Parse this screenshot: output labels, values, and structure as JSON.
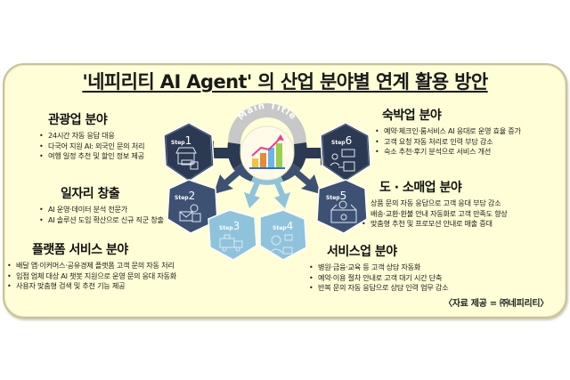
{
  "title": "'네피리티 AI Agent' 의 산업 분야별 연계 활용 방안",
  "center": {
    "label": "Main Title",
    "chart_icon": "bar-chart-growth-icon"
  },
  "steps": [
    {
      "label": "Step",
      "number": "1",
      "icon": "store-payment-icon",
      "color": "#2b3a52"
    },
    {
      "label": "Step",
      "number": "2",
      "icon": "worker-mail-icon",
      "color": "#3d5273"
    },
    {
      "label": "Step",
      "number": "3",
      "icon": "delivery-truck-icon",
      "color": "#8ec3db"
    },
    {
      "label": "Step",
      "number": "4",
      "icon": "service-person-icon",
      "color": "#8ec3db"
    },
    {
      "label": "Step",
      "number": "5",
      "icon": "retail-shop-icon",
      "color": "#3d5273"
    },
    {
      "label": "Step",
      "number": "6",
      "icon": "hotel-delivery-icon",
      "color": "#2b3a52"
    }
  ],
  "sections": {
    "tourism": {
      "heading": "관광업 분야",
      "items": [
        "24시간 자동  응답 대응",
        "다국어 지원 AI: 외국인 문의 처리",
        "여행 일정 추천 및 할인 정보 제공"
      ]
    },
    "jobs": {
      "heading": "일자리 창출",
      "items": [
        "AI 운영·데이터 분석 전문가",
        "AI 솔루션 도입 확산으로 신규 직군 창출"
      ]
    },
    "platform": {
      "heading": "플랫폼 서비스 분야",
      "items": [
        "배달 앱·이커머스·공유경제 플랫폼 고객 문의 자동 처리",
        "입점 업체 대상 AI 챗봇 지원으로 운영 문의 응대 자동화",
        "사용자 맞춤형 검색 및 추천 기능 제공"
      ]
    },
    "lodging": {
      "heading": "숙박업 분야",
      "items": [
        "예약·체크인·룸서비스 AI 응대로 운영 효율 증가",
        "고객 요청 자동 처리로 인력 부담 감소",
        "숙소 추천·후기 분석으로 서비스 개선"
      ]
    },
    "retail": {
      "heading": "도 · 소매업 분야",
      "items": [
        "상품 문의 자동 응답으로 고객 응대 부담 감소",
        "배송·교환·환불 안내 자동화로 고객 만족도 향상",
        "맞춤형 추천 및 프로모션 안내로 매출 증대"
      ]
    },
    "service": {
      "heading": "서비스업 분야",
      "items": [
        "병원·금융·교육 등 고객 상담 자동화",
        "예약·이용 절차 안내로 고객 대기 시간 단축",
        "반복 문의 자동 응답으로 상담 인력 업무 감소"
      ]
    }
  },
  "source": "〈자료 제공 = ㈜네피리티〉",
  "colors": {
    "background": "#fffed6",
    "frame_border": "#c9c29a",
    "navy": "#2b3a52",
    "slate": "#3d5273",
    "sky": "#8ec3db",
    "ring_gray": "#c8c8c8"
  }
}
